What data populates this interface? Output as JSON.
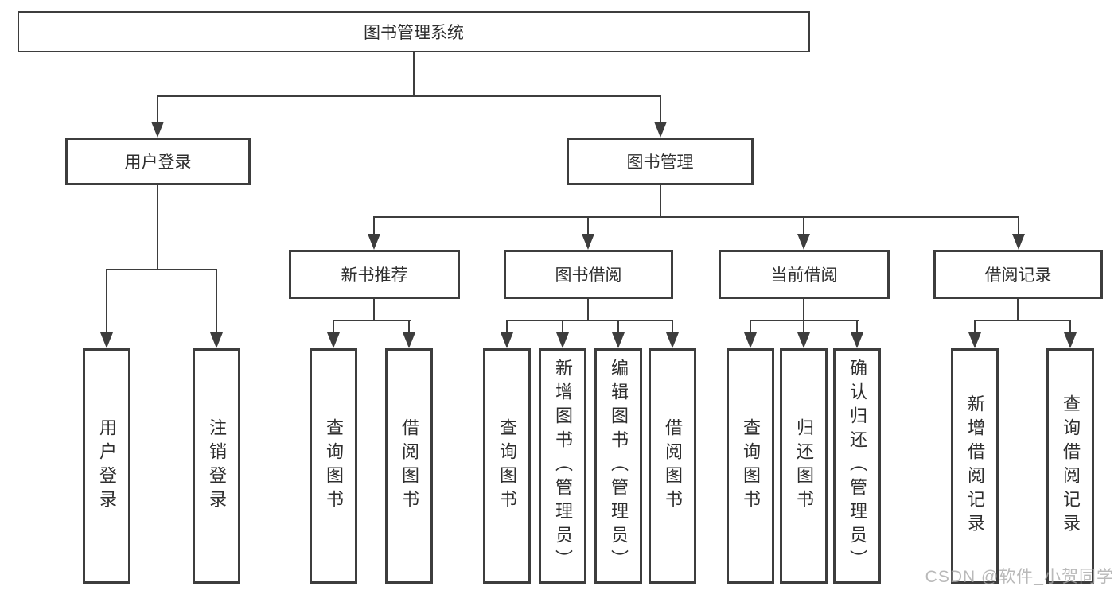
{
  "tree": {
    "root": {
      "label": "图书管理系统"
    },
    "level2": [
      {
        "label": "用户登录"
      },
      {
        "label": "图书管理"
      }
    ],
    "level3": [
      {
        "label": "新书推荐"
      },
      {
        "label": "图书借阅"
      },
      {
        "label": "当前借阅"
      },
      {
        "label": "借阅记录"
      }
    ],
    "leaves": {
      "user_login": [
        {
          "label": "用户登录"
        },
        {
          "label": "注销登录"
        }
      ],
      "new_book_recommend": [
        {
          "label": "查询图书"
        },
        {
          "label": "借阅图书"
        }
      ],
      "book_borrow": [
        {
          "label": "查询图书"
        },
        {
          "label": "新增图书（管理员）"
        },
        {
          "label": "编辑图书（管理员）"
        },
        {
          "label": "借阅图书"
        }
      ],
      "current_borrow": [
        {
          "label": "查询图书"
        },
        {
          "label": "归还图书"
        },
        {
          "label": "确认归还（管理员）"
        }
      ],
      "borrow_records": [
        {
          "label": "新增借阅记录"
        },
        {
          "label": "查询借阅记录"
        }
      ]
    }
  },
  "watermark": {
    "text": "CSDN @软件_小贺同学"
  },
  "colors": {
    "line": "#3d3d3d",
    "text": "#2e2e2e",
    "background": "#ffffff",
    "watermark": "#a8a8a8"
  }
}
